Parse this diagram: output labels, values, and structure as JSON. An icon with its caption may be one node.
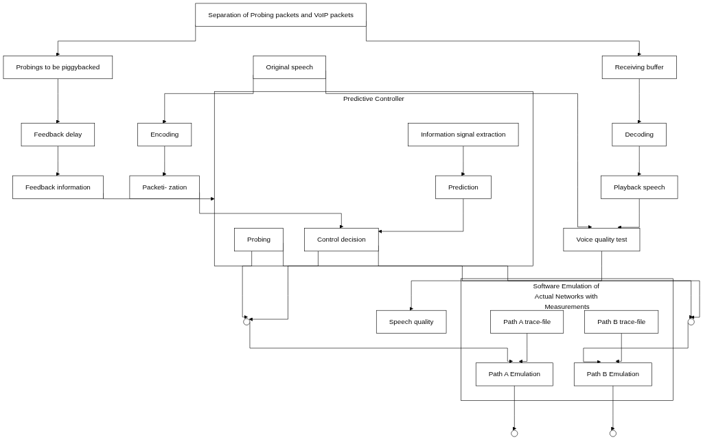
{
  "diagram": {
    "nodes": [
      {
        "text": [
          "Speech quality"
        ]
      },
      {
        "text": [
          "Original speech"
        ]
      },
      {
        "text": [
          "Voice quality test"
        ]
      },
      {
        "text": [
          "Playback speech"
        ]
      },
      {
        "text": [
          "Encoding"
        ]
      },
      {
        "text": [
          "Decoding"
        ]
      },
      {
        "text": [
          "Packeti- zation"
        ]
      },
      {
        "text": [
          "Predictive Controller"
        ]
      },
      {
        "text": [
          "Probing"
        ],
        "in": 7
      },
      {
        "text": [
          "Control decision"
        ],
        "in": 7
      },
      {
        "text": [
          "Prediction"
        ],
        "in": 7
      },
      {
        "text": [
          "Information signal extraction"
        ],
        "in": 7
      },
      {
        "text": [],
        "shape": "circle"
      },
      {
        "text": [],
        "shape": "circle"
      },
      {
        "text": [
          "Software Emulation of Actual Networks with Measurements"
        ]
      },
      {
        "text": [
          "Path A trace-file"
        ],
        "in": 14
      },
      {
        "text": [
          "Path A Emulation"
        ],
        "in": 14
      },
      {
        "text": [
          "Path B Emulation"
        ],
        "in": 14
      },
      {
        "text": [
          "Path B trace-file"
        ],
        "in": 14
      },
      {
        "text": [],
        "shape": "circle"
      },
      {
        "text": [],
        "shape": "circle"
      },
      {
        "text": [
          "Separation of Probing packets and VoIP packets"
        ]
      },
      {
        "text": [
          "Receiving buffer"
        ]
      },
      {
        "text": [
          "Feedback information"
        ]
      },
      {
        "text": [
          "Feedback delay"
        ]
      },
      {
        "text": [
          "Probings to be piggybacked"
        ]
      }
    ],
    "edges": [
      {
        "from": 2,
        "to": 0,
        "arrow": "to"
      },
      {
        "from": 1,
        "to": 2,
        "arrow": "to"
      },
      {
        "from": 3,
        "to": 2,
        "arrow": "to"
      },
      {
        "from": 1,
        "to": 4,
        "arrow": "to"
      },
      {
        "from": 4,
        "to": 6,
        "arrow": "to"
      },
      {
        "from": 6,
        "to": 9,
        "arrow": "to"
      },
      {
        "from": 10,
        "to": 9,
        "arrow": "to"
      },
      {
        "from": 11,
        "to": 10,
        "arrow": "to"
      },
      {
        "from": 8,
        "to": 12,
        "arrow": "to"
      },
      {
        "from": 8,
        "to": 13,
        "arrow": "to"
      },
      {
        "from": 9,
        "to": 12,
        "arrow": "to"
      },
      {
        "from": 9,
        "to": 13,
        "arrow": "to"
      },
      {
        "from": 12,
        "to": 16,
        "arrow": "to"
      },
      {
        "from": 13,
        "to": 17,
        "arrow": "to"
      },
      {
        "from": 15,
        "to": 16,
        "arrow": "to"
      },
      {
        "from": 18,
        "to": 17,
        "arrow": "to"
      },
      {
        "from": 16,
        "to": 19,
        "arrow": "to"
      },
      {
        "from": 17,
        "to": 20,
        "arrow": "to"
      },
      {
        "from": 21,
        "to": 22,
        "arrow": "to"
      },
      {
        "from": 22,
        "to": 5,
        "arrow": "to"
      },
      {
        "from": 5,
        "to": 3,
        "arrow": "to"
      },
      {
        "from": 21,
        "to": 25,
        "arrow": "to"
      },
      {
        "from": 25,
        "to": 24,
        "arrow": "to"
      },
      {
        "from": 24,
        "to": 23,
        "arrow": "to"
      },
      {
        "from": 23,
        "to": 7,
        "arrow": "to"
      }
    ]
  }
}
